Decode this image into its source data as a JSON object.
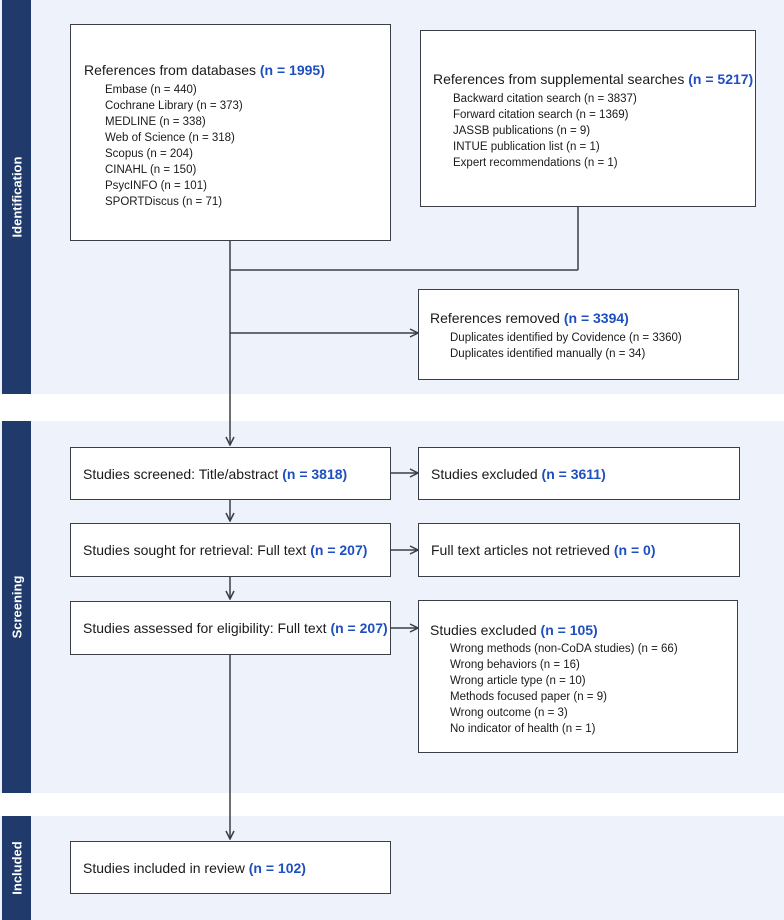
{
  "stages": {
    "identification": "Identification",
    "screening": "Screening",
    "included": "Included"
  },
  "databases": {
    "title": "References from databases",
    "n": "(n = 1995)",
    "items": [
      "Embase (n = 440)",
      "Cochrane Library (n = 373)",
      "MEDLINE (n = 338)",
      "Web of Science (n = 318)",
      "Scopus (n = 204)",
      "CINAHL (n = 150)",
      "PsycINFO (n = 101)",
      "SPORTDiscus (n = 71)"
    ]
  },
  "supplemental": {
    "title": "References from supplemental searches",
    "n": "(n = 5217)",
    "items": [
      "Backward citation search (n = 3837)",
      "Forward citation search (n = 1369)",
      "JASSB publications (n = 9)",
      "INTUE publication list (n = 1)",
      "Expert recommendations (n = 1)"
    ]
  },
  "removed": {
    "title": "References removed",
    "n": "(n = 3394)",
    "items": [
      "Duplicates identified by Covidence (n = 3360)",
      "Duplicates identified manually (n = 34)"
    ]
  },
  "screened": {
    "title": "Studies screened: Title/abstract",
    "n": "(n = 3818)"
  },
  "screened_excluded": {
    "title": "Studies excluded",
    "n": "(n = 3611)"
  },
  "sought": {
    "title": "Studies sought for retrieval: Full text",
    "n": "(n = 207)"
  },
  "not_retrieved": {
    "title": "Full text articles not retrieved",
    "n": "(n = 0)"
  },
  "assessed": {
    "title": "Studies assessed for eligibility: Full text",
    "n": "(n = 207)"
  },
  "assessed_excluded": {
    "title": "Studies excluded",
    "n": "(n = 105)",
    "items": [
      "Wrong methods (non-CoDA studies) (n = 66)",
      "Wrong behaviors  (n = 16)",
      "Wrong article type  (n = 10)",
      "Methods focused paper (n = 9)",
      "Wrong outcome (n = 3)",
      "No indicator of health (n = 1)"
    ]
  },
  "included": {
    "title": "Studies included in review",
    "n": "(n = 102)"
  },
  "colors": {
    "tab": "#1f3a6b",
    "band": "#eef2fa",
    "count": "#1f4fbf",
    "line": "#3a3f47"
  }
}
